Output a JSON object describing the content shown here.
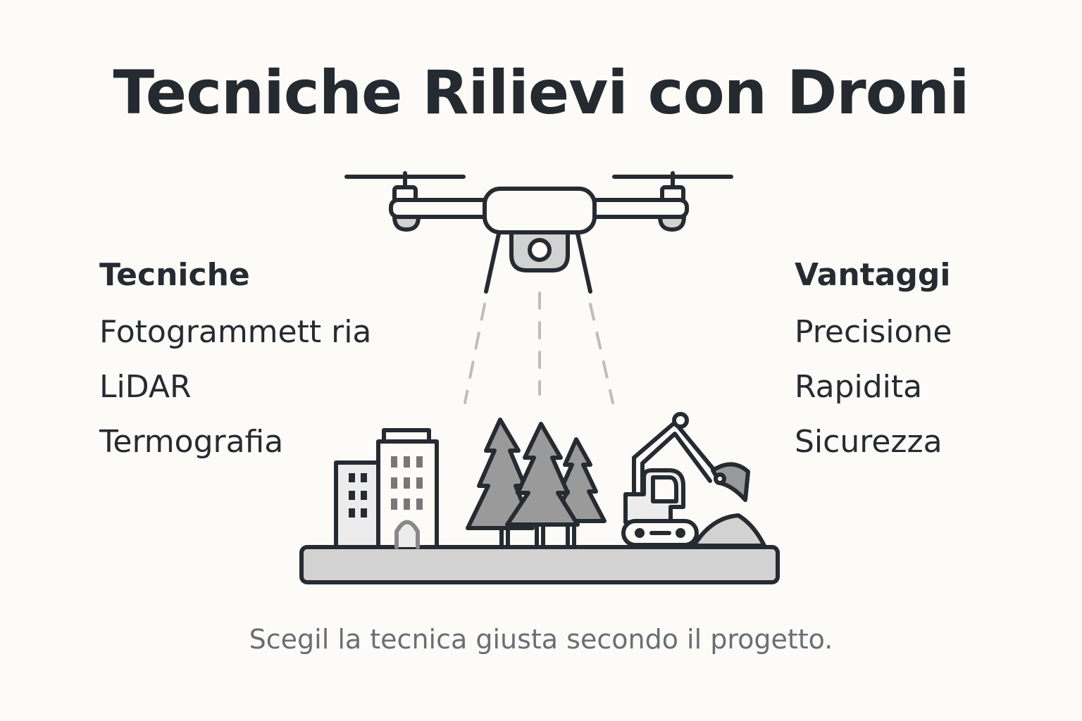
{
  "title": "Tecniche Rilievi con Droni",
  "left_column": {
    "heading": "Tecniche",
    "items": [
      "Fotogrammett ria",
      "LiDAR",
      "Termografia"
    ]
  },
  "right_column": {
    "heading": "Vantaggi",
    "items": [
      "Precisione",
      "Rapidita",
      "Sicurezza"
    ]
  },
  "footer": "Scegil la tecnica giusta secondo il progetto.",
  "colors": {
    "background": "#fcfbf8",
    "ink": "#262b31",
    "gray_fill": "#9a9a9a",
    "light_fill": "#d2d2d2",
    "muted_text": "#6a6e74"
  },
  "illustration": {
    "icons": [
      "drone-icon",
      "camera-icon",
      "scan-beams",
      "buildings-icon",
      "trees-icon",
      "excavator-icon",
      "ground-platform"
    ]
  }
}
